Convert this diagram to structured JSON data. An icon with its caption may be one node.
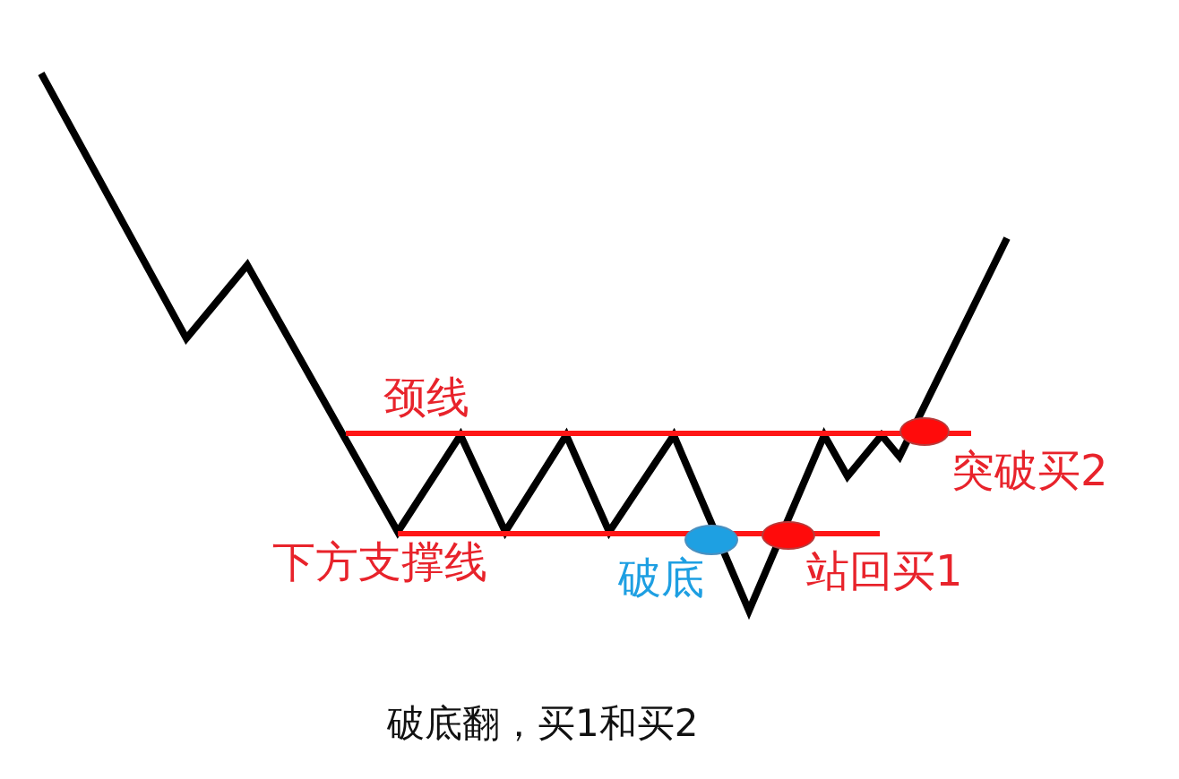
{
  "diagram": {
    "caption": "破底翻，买1和买2",
    "nodes": [
      {
        "text": [],
        "shape": "ellipse",
        "beside": [
          "破底"
        ]
      },
      {
        "text": [],
        "shape": "ellipse",
        "beside": [
          "站回买1"
        ]
      },
      {
        "text": [],
        "shape": "ellipse",
        "beside": [
          "突破买2"
        ]
      }
    ],
    "labels": [
      "颈线",
      "下方支撑线"
    ]
  }
}
